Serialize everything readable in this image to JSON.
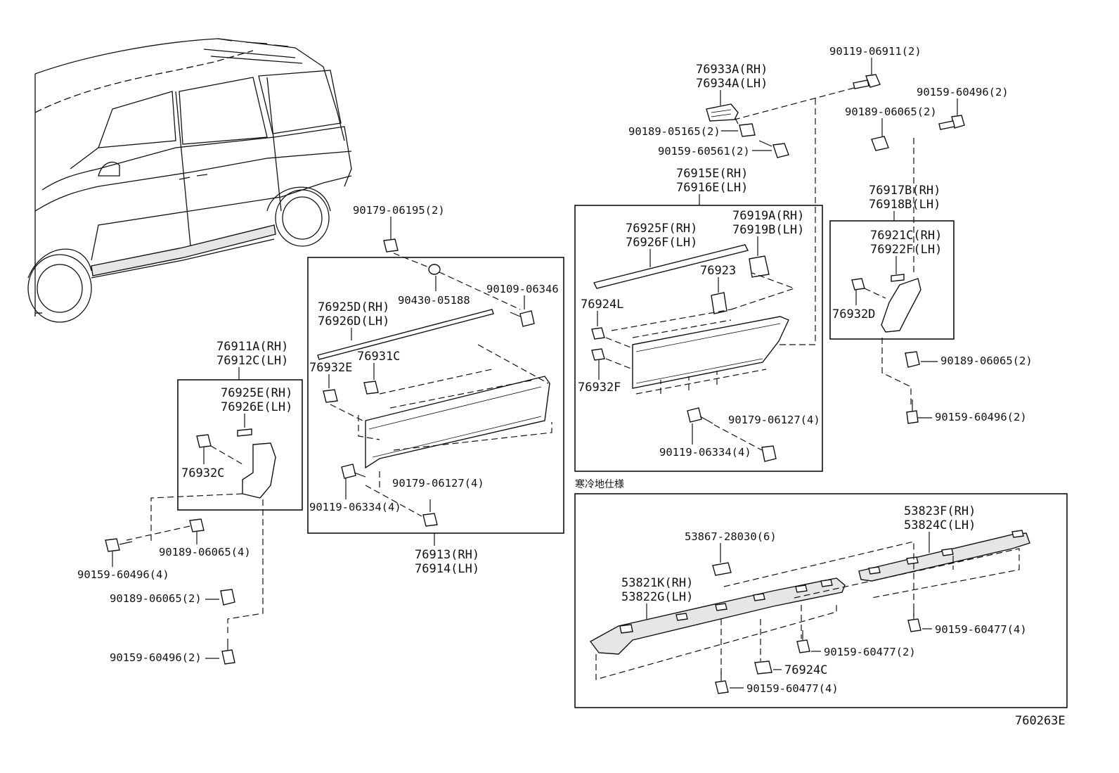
{
  "diagram_code": "760263E",
  "region_note": "寒冷地仕様",
  "labels": {
    "p76933A": "76933A(RH)",
    "p76934A": "76934A(LH)",
    "p90119_06911": "90119-06911(2)",
    "p90159_60496_a": "90159-60496(2)",
    "p90189_06065_a": "90189-06065(2)",
    "p90189_05165": "90189-05165(2)",
    "p90159_60561": "90159-60561(2)",
    "p76915E": "76915E(RH)",
    "p76916E": "76916E(LH)",
    "p76917B": "76917B(RH)",
    "p76918B": "76918B(LH)",
    "p76925F": "76925F(RH)",
    "p76926F": "76926F(LH)",
    "p76919A": "76919A(RH)",
    "p76919B": "76919B(LH)",
    "p76921C": "76921C(RH)",
    "p76922F": "76922F(LH)",
    "p76923": "76923",
    "p76924L": "76924L",
    "p76932D": "76932D",
    "p76932F": "76932F",
    "p90189_06065_b": "90189-06065(2)",
    "p90159_60496_b": "90159-60496(2)",
    "p90179_06127_a": "90179-06127(4)",
    "p90119_06334_a": "90119-06334(4)",
    "p90179_06195": "90179-06195(2)",
    "p90430_05188": "90430-05188",
    "p90109_06346": "90109-06346",
    "p76925D": "76925D(RH)",
    "p76926D": "76926D(LH)",
    "p76932E": "76932E",
    "p76931C": "76931C",
    "p90179_06127_b": "90179-06127(4)",
    "p90119_06334_b": "90119-06334(4)",
    "p76913": "76913(RH)",
    "p76914": "76914(LH)",
    "p76911A": "76911A(RH)",
    "p76912C": "76912C(LH)",
    "p76925E": "76925E(RH)",
    "p76926E": "76926E(LH)",
    "p76932C": "76932C",
    "p90189_06065_c": "90189-06065(4)",
    "p90159_60496_c": "90159-60496(4)",
    "p90189_06065_d": "90189-06065(2)",
    "p90159_60496_d": "90159-60496(2)",
    "p53867": "53867-28030(6)",
    "p53823F": "53823F(RH)",
    "p53824C": "53824C(LH)",
    "p53821K": "53821K(RH)",
    "p53822G": "53822G(LH)",
    "p90159_60477_a": "90159-60477(4)",
    "p90159_60477_b": "90159-60477(2)",
    "p76924C": "76924C",
    "p90159_60477_c": "90159-60477(4)"
  }
}
